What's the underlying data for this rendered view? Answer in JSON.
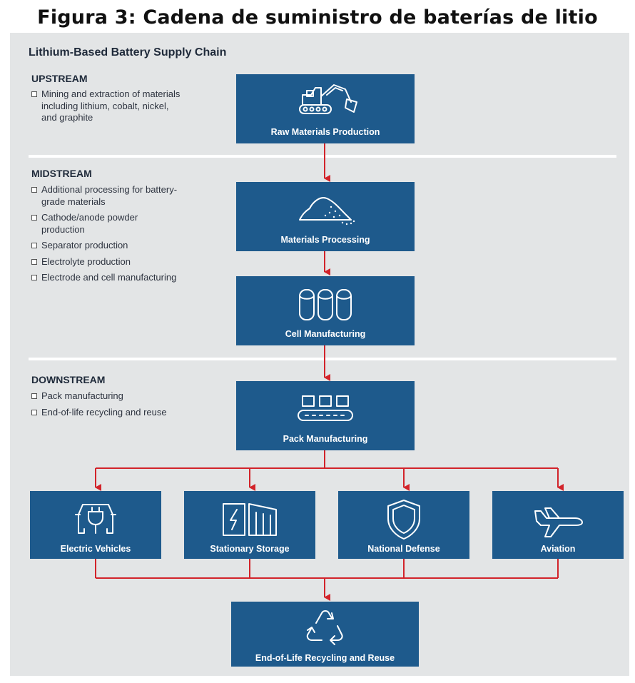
{
  "figure_title": "Figura 3: Cadena de suministro de baterías de litio",
  "panel_title": "Lithium-Based Battery Supply Chain",
  "sections": {
    "upstream": {
      "heading": "UPSTREAM",
      "bullets": [
        "Mining and extraction of materials including lithium, cobalt, nickel, and graphite"
      ]
    },
    "midstream": {
      "heading": "MIDSTREAM",
      "bullets": [
        "Additional processing for battery-grade materials",
        "Cathode/anode powder production",
        "Separator production",
        "Electrolyte production",
        "Electrode and cell manufacturing"
      ]
    },
    "downstream": {
      "heading": "DOWNSTREAM",
      "bullets": [
        "Pack manufacturing",
        "End-of-life recycling and reuse"
      ]
    }
  },
  "stages": {
    "raw_materials": {
      "label": "Raw Materials Production",
      "icon": "excavator-icon"
    },
    "materials_processing": {
      "label": "Materials Processing",
      "icon": "powder-pile-icon"
    },
    "cell_manufacturing": {
      "label": "Cell Manufacturing",
      "icon": "battery-cells-icon"
    },
    "pack_manufacturing": {
      "label": "Pack Manufacturing",
      "icon": "conveyor-icon"
    },
    "recycling": {
      "label": "End-of-Life Recycling and Reuse",
      "icon": "recycle-icon"
    }
  },
  "applications": {
    "ev": {
      "label": "Electric Vehicles",
      "icon": "electric-car-icon"
    },
    "storage": {
      "label": "Stationary Storage",
      "icon": "storage-unit-icon"
    },
    "defense": {
      "label": "National Defense",
      "icon": "shield-icon"
    },
    "aviation": {
      "label": "Aviation",
      "icon": "airplane-icon"
    }
  },
  "colors": {
    "box": "#1e5a8c",
    "arrow": "#d2232a",
    "panel": "#e3e5e6",
    "divider": "#ffffff"
  }
}
